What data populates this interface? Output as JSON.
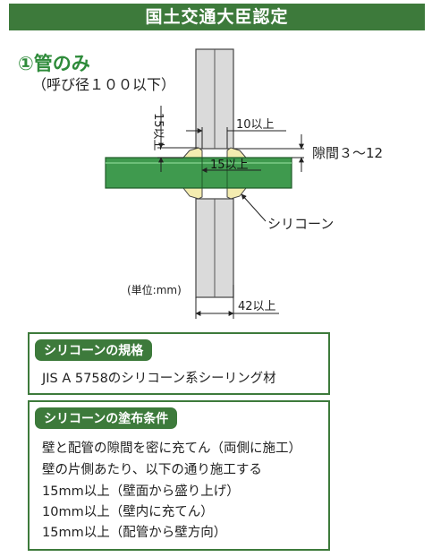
{
  "header": {
    "title": "国土交通大臣認定"
  },
  "section": {
    "title": "①管のみ",
    "subtitle": "（呼び径１００以下）"
  },
  "diagram": {
    "dim_15_vertical": "15以上",
    "dim_10": "10以上",
    "dim_15_inner": "15以上",
    "gap_label": "隙間３～12",
    "silicone_label": "シリコーン",
    "unit_label": "(単位:mm)",
    "dim_42": "42以上",
    "colors": {
      "pipe": "#3f9a4e",
      "wall": "#dadada",
      "sealant": "#f4ecb0",
      "line": "#222222"
    }
  },
  "spec_box": {
    "title": "シリコーンの規格",
    "text": "JIS A 5758のシリコーン系シーリング材"
  },
  "apply_box": {
    "title": "シリコーンの塗布条件",
    "lines": [
      "壁と配管の隙間を密に充てん（両側に施工）",
      "壁の片側あたり、以下の通り施工する",
      "15mm以上（壁面から盛り上げ）",
      "10mm以上（壁内に充てん）",
      "15mm以上（配管から壁方向）"
    ]
  }
}
